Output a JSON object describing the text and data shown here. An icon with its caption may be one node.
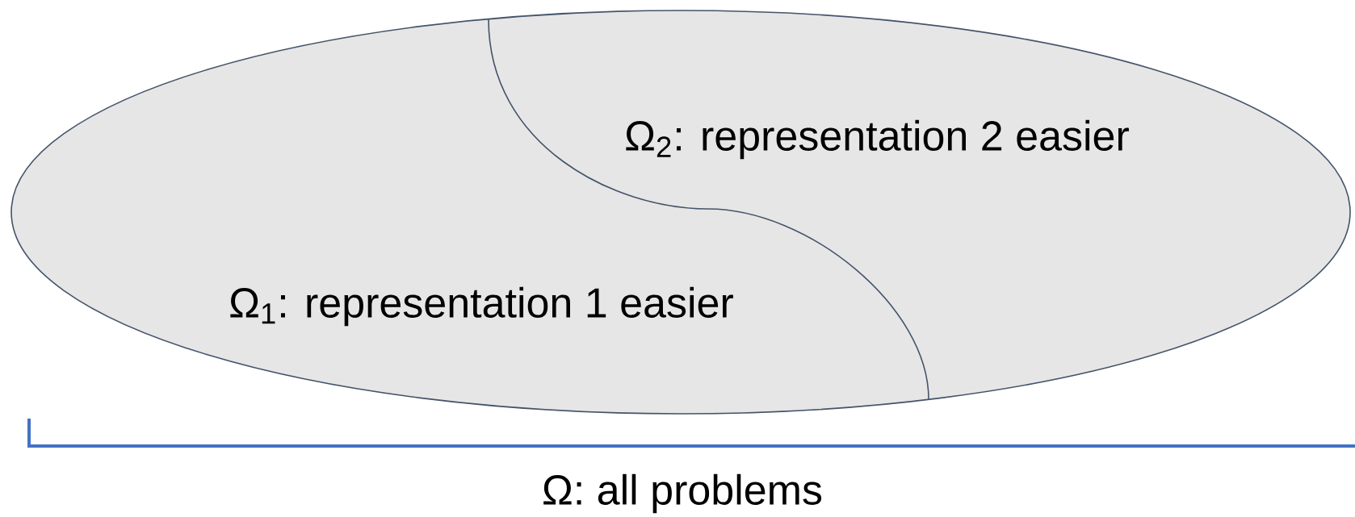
{
  "diagram": {
    "nodes": [
      {
        "text": [
          "Ω: all problems"
        ]
      },
      {
        "text": [
          "Ω$_{2}$: representation 2 easier"
        ],
        "in": 0
      },
      {
        "text": [
          "Ω$_{1}$: representation 1 easier"
        ],
        "in": 0
      }
    ]
  }
}
